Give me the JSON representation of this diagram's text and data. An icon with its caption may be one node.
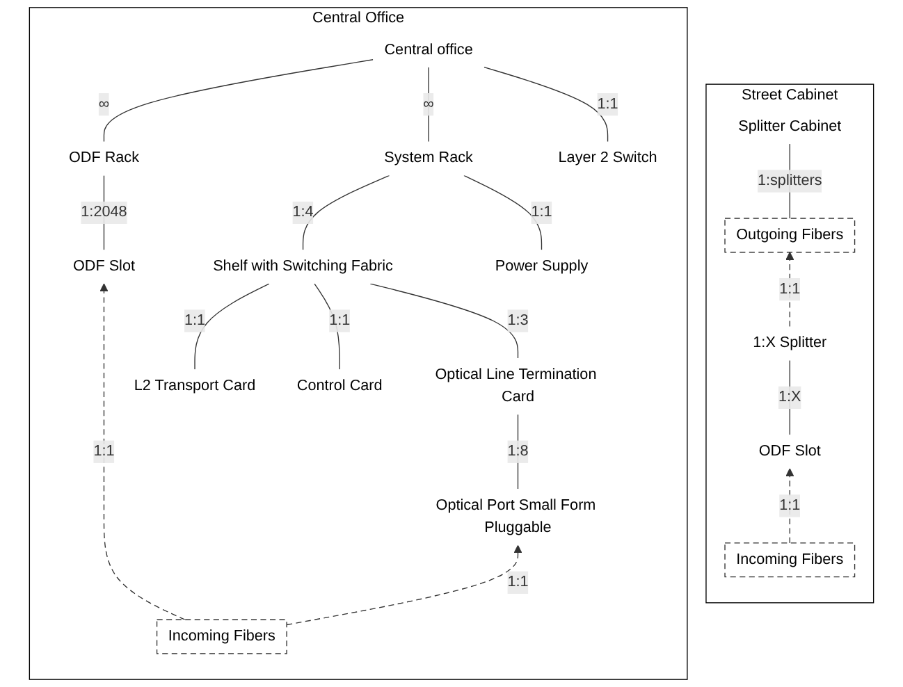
{
  "diagram": {
    "nodes": [
      {
        "text": [
          "Street Cabinet"
        ]
      },
      {
        "text": [
          "Splitter Cabinet"
        ],
        "in": 0
      },
      {
        "text": [
          "Outgoing Fibers"
        ],
        "in": 0
      },
      {
        "text": [
          "1:X Splitter"
        ],
        "in": 0
      },
      {
        "text": [
          "ODF Slot"
        ],
        "in": 0
      },
      {
        "text": [
          "Incoming Fibers"
        ],
        "in": 0
      },
      {
        "text": [
          "Central Office"
        ]
      },
      {
        "text": [
          "Central office"
        ],
        "in": 6
      },
      {
        "text": [
          "ODF Rack"
        ],
        "in": 6
      },
      {
        "text": [
          "System Rack"
        ],
        "in": 6
      },
      {
        "text": [
          "Layer 2 Switch"
        ],
        "in": 6
      },
      {
        "text": [
          "ODF Slot"
        ],
        "in": 6
      },
      {
        "text": [
          "Shelf with Switching Fabric"
        ],
        "in": 6
      },
      {
        "text": [
          "Power Supply"
        ],
        "in": 6
      },
      {
        "text": [
          "L2 Transport Card"
        ],
        "in": 6
      },
      {
        "text": [
          "Control Card"
        ],
        "in": 6
      },
      {
        "text": [
          "Optical Line Termination Card"
        ],
        "in": 6
      },
      {
        "text": [
          "Optical Port Small Form Pluggable"
        ],
        "in": 6
      },
      {
        "text": [
          "Incoming Fibers"
        ],
        "in": 6
      }
    ],
    "edges": [
      {
        "from": 2,
        "to": 1,
        "arrow": "none",
        "label": "1:splitters"
      },
      {
        "from": 3,
        "to": 2,
        "arrow": "to",
        "label": "1:1",
        "style": "dashed"
      },
      {
        "from": 4,
        "to": 3,
        "arrow": "none",
        "label": "1:X"
      },
      {
        "from": 5,
        "to": 4,
        "arrow": "to",
        "label": "1:1",
        "style": "dashed"
      },
      {
        "from": 8,
        "to": 7,
        "arrow": "none",
        "label": "∞"
      },
      {
        "from": 9,
        "to": 7,
        "arrow": "none",
        "label": "∞"
      },
      {
        "from": 10,
        "to": 7,
        "arrow": "none",
        "label": "1:1"
      },
      {
        "from": 11,
        "to": 8,
        "arrow": "none",
        "label": "1:2048"
      },
      {
        "from": 12,
        "to": 9,
        "arrow": "none",
        "label": "1:4"
      },
      {
        "from": 13,
        "to": 9,
        "arrow": "none",
        "label": "1:1"
      },
      {
        "from": 14,
        "to": 12,
        "arrow": "none",
        "label": "1:1"
      },
      {
        "from": 15,
        "to": 12,
        "arrow": "none",
        "label": "1:1"
      },
      {
        "from": 16,
        "to": 12,
        "arrow": "none",
        "label": "1:3"
      },
      {
        "from": 17,
        "to": 16,
        "arrow": "none",
        "label": "1:8"
      },
      {
        "from": 18,
        "to": 11,
        "arrow": "to",
        "label": "1:1",
        "style": "dashed"
      },
      {
        "from": 18,
        "to": 17,
        "arrow": "to",
        "label": "1:1",
        "style": "dashed"
      }
    ]
  }
}
